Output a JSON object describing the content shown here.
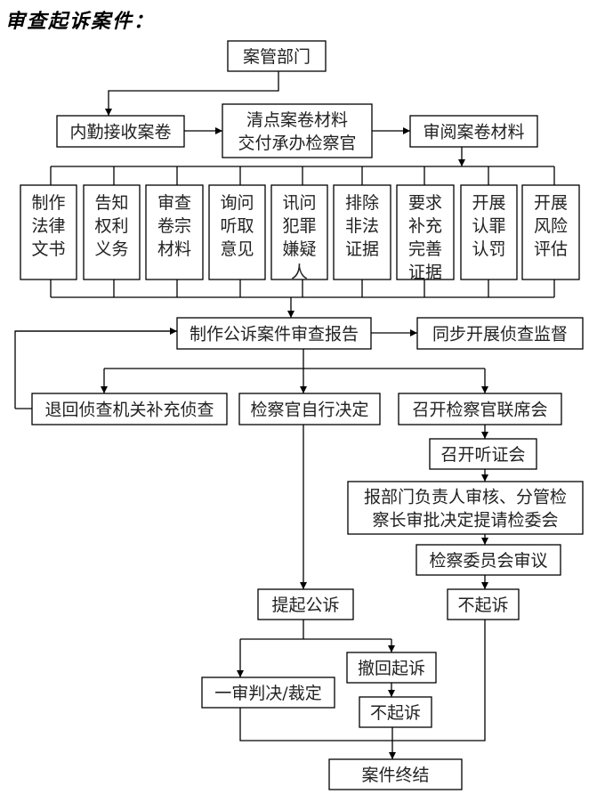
{
  "title": "审查起诉案件：",
  "nodes": {
    "case_mgmt": [
      "案管部门"
    ],
    "receive": [
      "内勤接收案卷"
    ],
    "inventory": [
      "清点案卷材料",
      "交付承办检察官"
    ],
    "review": [
      "审阅案卷材料"
    ],
    "t1": [
      "制作",
      "法律",
      "文书"
    ],
    "t2": [
      "告知",
      "权利",
      "义务"
    ],
    "t3": [
      "审查",
      "卷宗",
      "材料"
    ],
    "t4": [
      "询问",
      "听取",
      "意见"
    ],
    "t5": [
      "讯问",
      "犯罪",
      "嫌疑",
      "人"
    ],
    "t6": [
      "排除",
      "非法",
      "证据"
    ],
    "t7": [
      "要求",
      "补充",
      "完善",
      "证据"
    ],
    "t8": [
      "开展",
      "认罪",
      "认罚"
    ],
    "t9": [
      "开展",
      "风险",
      "评估"
    ],
    "report": [
      "制作公诉案件审查报告"
    ],
    "supervise": [
      "同步开展侦查监督"
    ],
    "return": [
      "退回侦查机关补充侦查"
    ],
    "self_decide": [
      "检察官自行决定"
    ],
    "joint_meeting": [
      "召开检察官联席会"
    ],
    "hearing": [
      "召开听证会"
    ],
    "approval": [
      "报部门负责人审核、分管检",
      "察长审批决定提请检委会"
    ],
    "committee": [
      "检察委员会审议"
    ],
    "no_prosecute_a": [
      "不起诉"
    ],
    "prosecute": [
      "提起公诉"
    ],
    "judgment": [
      "一审判决/裁定"
    ],
    "withdraw": [
      "撤回起诉"
    ],
    "no_prosecute_b": [
      "不起诉"
    ],
    "closed": [
      "案件终结"
    ]
  }
}
